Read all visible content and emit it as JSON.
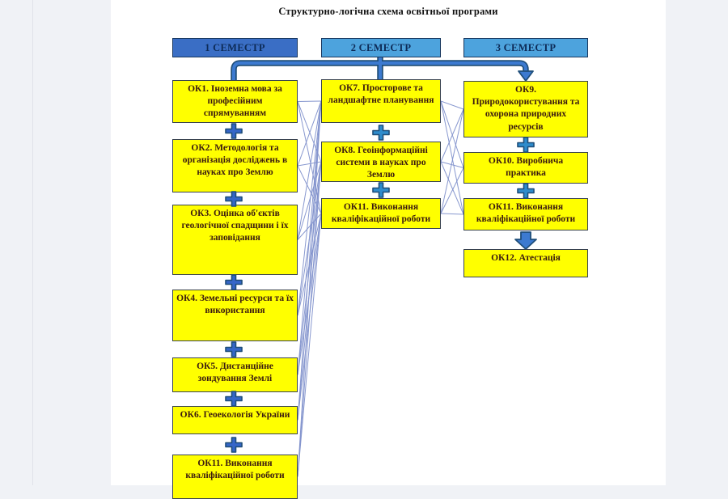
{
  "title": "Структурно-логічна схема освітньої програми",
  "colors": {
    "bg": "#f0f2f6",
    "box_fill": "#ffff00",
    "box_text": "#3a1a10",
    "sem1_fill": "#3a6ec5",
    "sem23_fill": "#4da3dd",
    "sem_border": "#17365d",
    "sem_text": "#0d2b57",
    "connector": "#3c7ad0",
    "connector_dark": "#1f4e79",
    "edge": "#8292cc",
    "plus1": "#3566c8",
    "plus23": "#2f8ccc"
  },
  "icons": {
    "plus": "plus-icon",
    "arrow_down": "arrow-down-icon"
  },
  "semesters": [
    {
      "label": "1 СЕМЕСТР",
      "boxes": [
        {
          "id": "c1b1",
          "label": "ОК1. Іноземна мова за професійним спрямуванням"
        },
        {
          "id": "c1b2",
          "label": "ОК2. Методологія та організація досліджень в науках про Землю"
        },
        {
          "id": "c1b3",
          "label": "ОК3. Оцінка об'єктів геологічної спадщини і їх заповідання"
        },
        {
          "id": "c1b4",
          "label": "ОК4. Земельні ресурси та їх використання"
        },
        {
          "id": "c1b5",
          "label": "ОК5. Дистанційне зондування Землі"
        },
        {
          "id": "c1b6",
          "label": "ОК6. Геоекологія України"
        },
        {
          "id": "c1b7",
          "label": "ОК11. Виконання кваліфікаційної роботи"
        }
      ]
    },
    {
      "label": "2 СЕМЕСТР",
      "boxes": [
        {
          "id": "c2b1",
          "label": "ОК7. Просторове та ландшафтне планування"
        },
        {
          "id": "c2b2",
          "label": "ОК8. Геоінформаційні системи в науках про Землю"
        },
        {
          "id": "c2b3",
          "label": "ОК11. Виконання кваліфікаційної роботи"
        }
      ]
    },
    {
      "label": "3 СЕМЕСТР",
      "boxes": [
        {
          "id": "c3b1",
          "label": "ОК9. Природокористування та охорона природних ресурсів"
        },
        {
          "id": "c3b2",
          "label": "ОК10. Виробнича практика"
        },
        {
          "id": "c3b3",
          "label": "ОК11. Виконання кваліфікаційної роботи"
        },
        {
          "id": "c3b4",
          "label": "ОК12. Атестація"
        }
      ]
    }
  ],
  "connections": [
    [
      "c1b1",
      "c2b1"
    ],
    [
      "c1b1",
      "c2b2"
    ],
    [
      "c1b1",
      "c2b3"
    ],
    [
      "c1b2",
      "c2b1"
    ],
    [
      "c1b2",
      "c2b2"
    ],
    [
      "c1b2",
      "c2b3"
    ],
    [
      "c1b3",
      "c2b1"
    ],
    [
      "c1b3",
      "c2b2"
    ],
    [
      "c1b3",
      "c2b3"
    ],
    [
      "c1b4",
      "c2b1"
    ],
    [
      "c1b4",
      "c2b2"
    ],
    [
      "c1b4",
      "c2b3"
    ],
    [
      "c1b5",
      "c2b1"
    ],
    [
      "c1b5",
      "c2b2"
    ],
    [
      "c1b5",
      "c2b3"
    ],
    [
      "c1b6",
      "c2b1"
    ],
    [
      "c1b6",
      "c2b2"
    ],
    [
      "c1b6",
      "c2b3"
    ],
    [
      "c1b7",
      "c2b1"
    ],
    [
      "c1b7",
      "c2b2"
    ],
    [
      "c1b7",
      "c2b3"
    ],
    [
      "c2b1",
      "c3b1"
    ],
    [
      "c2b1",
      "c3b2"
    ],
    [
      "c2b1",
      "c3b3"
    ],
    [
      "c2b2",
      "c3b1"
    ],
    [
      "c2b2",
      "c3b2"
    ],
    [
      "c2b2",
      "c3b3"
    ],
    [
      "c2b3",
      "c3b1"
    ],
    [
      "c2b3",
      "c3b2"
    ],
    [
      "c2b3",
      "c3b3"
    ]
  ]
}
